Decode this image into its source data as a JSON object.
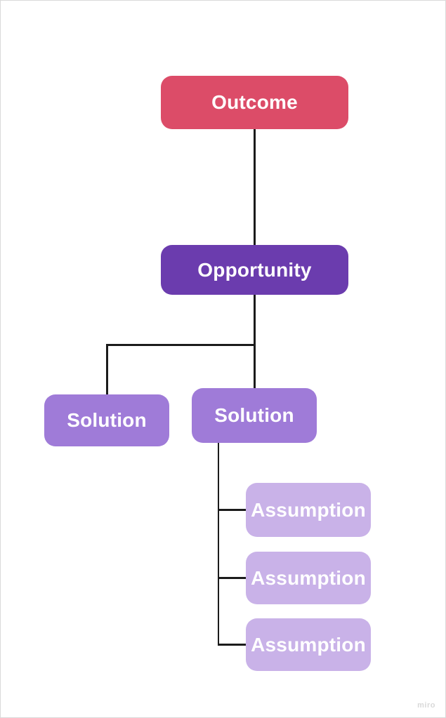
{
  "app": {
    "watermark_label": "miro"
  },
  "colors": {
    "background": "#ffffff",
    "frame_border": "#d9d9d9",
    "connector": "#1b1b1b",
    "node_text": "#ffffff",
    "outcome_fill": "#dc4c68",
    "opportunity_fill": "#6b3cae",
    "solution_fill": "#9f7bd8",
    "assumption_fill": "#c9b2e8",
    "watermark_text": "#d9d9d9"
  },
  "diagram": {
    "type": "opportunity-solution-tree",
    "nodes": {
      "outcome": {
        "label": "Outcome"
      },
      "opportunity": {
        "label": "Opportunity"
      },
      "solution_left": {
        "label": "Solution"
      },
      "solution_right": {
        "label": "Solution"
      },
      "assumption_1": {
        "label": "Assumption"
      },
      "assumption_2": {
        "label": "Assumption"
      },
      "assumption_3": {
        "label": "Assumption"
      }
    },
    "edges": [
      {
        "from": "outcome",
        "to": "opportunity"
      },
      {
        "from": "opportunity",
        "to": "solution_left"
      },
      {
        "from": "opportunity",
        "to": "solution_right"
      },
      {
        "from": "solution_right",
        "to": "assumption_1"
      },
      {
        "from": "solution_right",
        "to": "assumption_2"
      },
      {
        "from": "solution_right",
        "to": "assumption_3"
      }
    ]
  }
}
